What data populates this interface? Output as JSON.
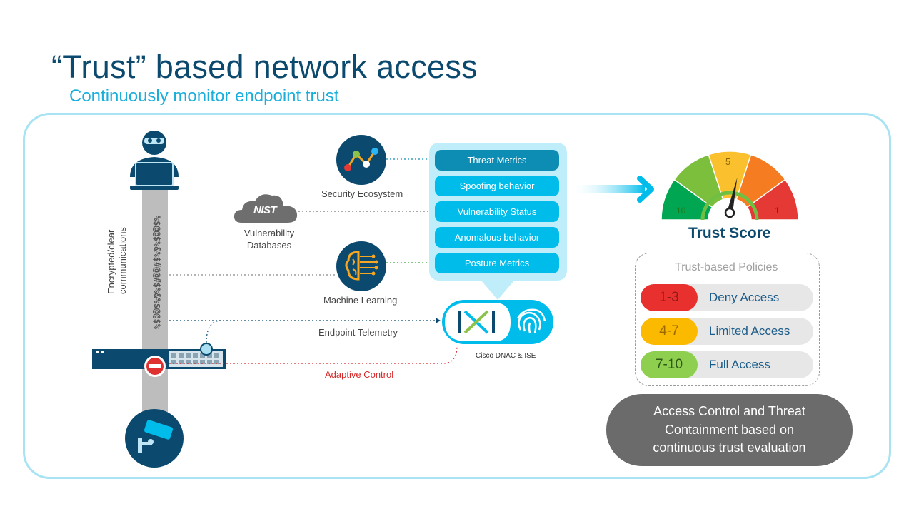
{
  "header": {
    "title": "“Trust” based network access",
    "subtitle": "Continuously monitor endpoint trust"
  },
  "left": {
    "comm_label_line1": "Encrypted/clear",
    "comm_label_line2": "communications",
    "stream_text": "%$@@$%&%$#@@#$%&%$@@$%"
  },
  "sources": {
    "security_ecosystem": "Security Ecosystem",
    "nist_logo": "NIST",
    "vuln_line1": "Vulnerability",
    "vuln_line2": "Databases",
    "machine_learning": "Machine Learning",
    "endpoint_telemetry": "Endpoint Telemetry",
    "adaptive_control": "Adaptive Control",
    "dnac_ise": "Cisco DNAC & ISE"
  },
  "metrics": [
    {
      "label": "Threat Metrics"
    },
    {
      "label": "Spoofing behavior"
    },
    {
      "label": "Vulnerability Status"
    },
    {
      "label": "Anomalous behavior"
    },
    {
      "label": "Posture Metrics"
    }
  ],
  "gauge": {
    "label": "Trust Score",
    "scale_left": "10",
    "scale_mid": "5",
    "scale_right": "1",
    "needle_value": 5,
    "colors": [
      "#00a651",
      "#7cbf3d",
      "#fbc02d",
      "#f57c20",
      "#e53935"
    ]
  },
  "policies": {
    "title": "Trust-based Policies",
    "items": [
      {
        "range": "1-3",
        "action": "Deny Access",
        "color": "#e8312f",
        "text_color": "#8e1a19"
      },
      {
        "range": "4-7",
        "action": "Limited Access",
        "color": "#fbb900",
        "text_color": "#9a6a00"
      },
      {
        "range": "7-10",
        "action": "Full Access",
        "color": "#8fcf50",
        "text_color": "#2f5a16"
      }
    ]
  },
  "callout": {
    "line1": "Access Control and Threat",
    "line2": "Containment based on",
    "line3": "continuous trust evaluation"
  },
  "colors": {
    "brand_dark": "#0b4a6e",
    "brand_light": "#00bceb",
    "adaptive_red": "#d62b2b",
    "gray_panel": "#6b6b6b"
  }
}
